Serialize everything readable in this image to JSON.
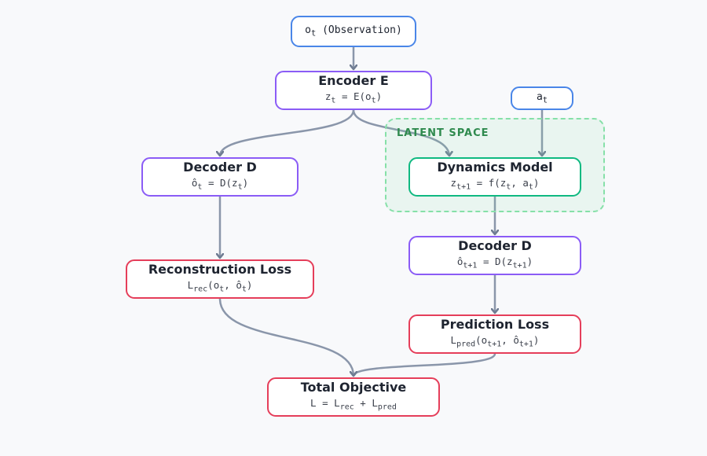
{
  "latent_space": {
    "label": "LATENT SPACE"
  },
  "nodes": {
    "observation": {
      "title": "",
      "formula": [
        [
          "o",
          ""
        ],
        [
          "t",
          "sub"
        ],
        [
          " (Observation)",
          ""
        ]
      ]
    },
    "action": {
      "title": "",
      "formula": [
        [
          "a",
          ""
        ],
        [
          "t",
          "sub"
        ]
      ]
    },
    "encoder": {
      "title": "Encoder E",
      "formula": [
        [
          "z",
          ""
        ],
        [
          "t",
          "sub"
        ],
        [
          " = E(o",
          ""
        ],
        [
          "t",
          "sub"
        ],
        [
          ")",
          ""
        ]
      ]
    },
    "decoder_left": {
      "title": "Decoder D",
      "formula": [
        [
          "ô",
          ""
        ],
        [
          "t",
          "sub"
        ],
        [
          " = D(z",
          ""
        ],
        [
          "t",
          "sub"
        ],
        [
          ")",
          ""
        ]
      ]
    },
    "dynamics": {
      "title": "Dynamics Model",
      "formula": [
        [
          "z",
          ""
        ],
        [
          "t+1",
          "sub"
        ],
        [
          " = f(z",
          ""
        ],
        [
          "t",
          "sub"
        ],
        [
          ", a",
          ""
        ],
        [
          "t",
          "sub"
        ],
        [
          ")",
          ""
        ]
      ]
    },
    "decoder_right": {
      "title": "Decoder D",
      "formula": [
        [
          "ô",
          ""
        ],
        [
          "t+1",
          "sub"
        ],
        [
          " = D(z",
          ""
        ],
        [
          "t+1",
          "sub"
        ],
        [
          ")",
          ""
        ]
      ]
    },
    "reconstruction_loss": {
      "title": "Reconstruction Loss",
      "formula": [
        [
          "L",
          ""
        ],
        [
          "rec",
          "sub"
        ],
        [
          "(o",
          ""
        ],
        [
          "t",
          "sub"
        ],
        [
          ", ô",
          ""
        ],
        [
          "t",
          "sub"
        ],
        [
          ")",
          ""
        ]
      ]
    },
    "prediction_loss": {
      "title": "Prediction Loss",
      "formula": [
        [
          "L",
          ""
        ],
        [
          "pred",
          "sub"
        ],
        [
          "(o",
          ""
        ],
        [
          "t+1",
          "sub"
        ],
        [
          ", ô",
          ""
        ],
        [
          "t+1",
          "sub"
        ],
        [
          ")",
          ""
        ]
      ]
    },
    "total_objective": {
      "title": "Total Objective",
      "formula": [
        [
          "L = L",
          ""
        ],
        [
          "rec",
          "sub"
        ],
        [
          " + L",
          ""
        ],
        [
          "pred",
          "sub"
        ]
      ]
    }
  },
  "colors": {
    "input": "#4a86e8",
    "encoder_decoder": "#8b5cf6",
    "dynamics": "#10b981",
    "loss": "#e53e5a",
    "arrow": "#8a96aa",
    "latent_fill": "#e9f8ee",
    "latent_border": "#86e0a8"
  }
}
